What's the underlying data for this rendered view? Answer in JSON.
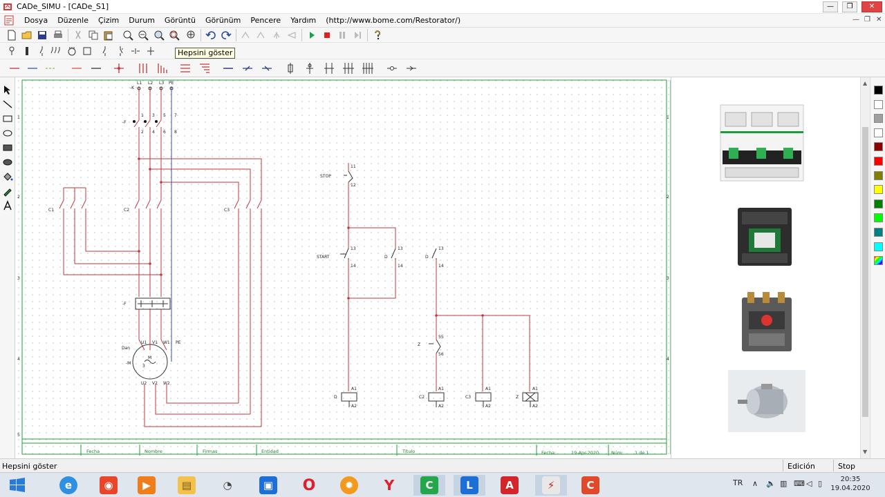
{
  "window": {
    "title": "CADe_SIMU - [CADe_S1]",
    "controls": [
      "—",
      "❐",
      "✕"
    ]
  },
  "menu": {
    "items": [
      "Dosya",
      "Düzenle",
      "Çizim",
      "Durum",
      "Görüntü",
      "Görünüm",
      "Pencere",
      "Yardım",
      "(http://www.bome.com/Restorator/)"
    ]
  },
  "tooltip": "Hepsini göster",
  "schematic": {
    "power_labels": {
      "l1": "L1",
      "l2": "L2",
      "l3": "L3",
      "pe": "PE",
      "k": "-K",
      "q": "-F",
      "c1": "C1",
      "c2": "C2",
      "c3": "C3",
      "f": "-F",
      "motor": "Dan",
      "motor_m": "M",
      "motor_3": "3",
      "motor_tag": "-M",
      "u1": "U1",
      "v1": "V1",
      "w1": "W1",
      "u2": "U2",
      "v2": "V2",
      "w2": "W2",
      "pe2": "PE"
    },
    "terminals": {
      "t1": "1",
      "t2": "2",
      "t3": "3",
      "t4": "4",
      "t5": "5",
      "t6": "6",
      "t7": "7",
      "t8": "8"
    },
    "control_labels": {
      "stop": "STOP",
      "start": "START",
      "d1": "D",
      "d2": "D",
      "z": "Z",
      "n11": "11",
      "n12": "12",
      "n13a": "13",
      "n14a": "14",
      "n13b": "13",
      "n14b": "14",
      "n13c": "13",
      "n14c": "14",
      "n55": "55",
      "n56": "56"
    },
    "coils": [
      {
        "tag": "D",
        "a1": "A1",
        "a2": "A2"
      },
      {
        "tag": "C2",
        "a1": "A1",
        "a2": "A2"
      },
      {
        "tag": "C3",
        "a1": "A1",
        "a2": "A2"
      },
      {
        "tag": "Z",
        "a1": "A1",
        "a2": "A2"
      }
    ],
    "border_numbers": {
      "r1": "1",
      "r2": "2",
      "r3": "3",
      "r4": "4",
      "r5": "5"
    },
    "title_block": {
      "fecha": "Fecha",
      "nombre": "Nombre",
      "firmas": "Firmas",
      "entidad": "Entidad",
      "titulo": "Título",
      "fecha2": "Fecha:",
      "date": "19-Apr-2020",
      "num": "Núm:",
      "page": "1 de 1"
    }
  },
  "status": {
    "message": "Hepsini göster",
    "mode": "Edición",
    "state": "Stop"
  },
  "colors": {
    "wire_red": "#c2383b",
    "wire_blue": "#3a52b3",
    "frame_green": "#1f9f3a",
    "palette": [
      "#000000",
      "#ffffff",
      "#a0a0a0",
      "#ffffff",
      "#8b0000",
      "#ff0000",
      "#808000",
      "#ffff00",
      "#007f00",
      "#00ff00",
      "#008080",
      "#00ffff"
    ]
  },
  "taskbar": {
    "lang": "TR",
    "time": "20:35",
    "date": "19.04.2020"
  }
}
